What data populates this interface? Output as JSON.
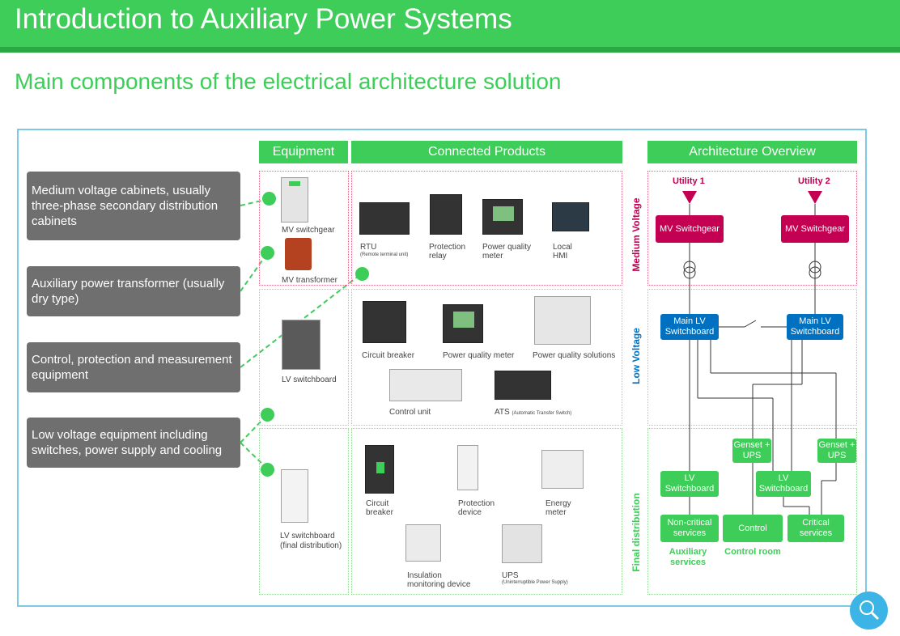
{
  "header": {
    "title": "Introduction to Auxiliary Power Systems"
  },
  "subtitle": "Main components of the electrical architecture solution",
  "columns": {
    "equipment": "Equipment",
    "connected": "Connected Products",
    "architecture": "Architecture Overview"
  },
  "callouts": [
    "Medium voltage cabinets, usually three-phase secondary distribution cabinets",
    "Auxiliary power transformer (usually dry type)",
    "Control, protection and measurement equipment",
    "Low voltage equipment including switches, power supply and cooling"
  ],
  "equipment": {
    "mv_switchgear": "MV switchgear",
    "mv_transformer": "MV transformer",
    "lv_switchboard": "LV switchboard",
    "lv_final_1": "LV switchboard",
    "lv_final_2": "(final distribution)"
  },
  "products": {
    "rtu": "RTU",
    "rtu_sub": "(Remote terminal unit)",
    "prot_relay_1": "Protection",
    "prot_relay_2": "relay",
    "pqm_1": "Power quality",
    "pqm_2": "meter",
    "hmi_1": "Local",
    "hmi_2": "HMI",
    "cb": "Circuit breaker",
    "pq_meter": "Power quality meter",
    "pq_solutions": "Power quality solutions",
    "control_unit": "Control unit",
    "ats": "ATS",
    "ats_sub": "(Automatic Transfer Switch)",
    "fd_cb_1": "Circuit",
    "fd_cb_2": "breaker",
    "fd_prot_1": "Protection",
    "fd_prot_2": "device",
    "energy_1": "Energy",
    "energy_2": "meter",
    "imd_1": "Insulation",
    "imd_2": "monitoring device",
    "ups": "UPS",
    "ups_sub": "(Uninterruptible Power Supply)"
  },
  "architecture": {
    "sections": {
      "mv": "Medium Voltage",
      "lv": "Low Voltage",
      "fd": "Final distribution"
    },
    "utility1": "Utility 1",
    "utility2": "Utility 2",
    "mv_switchgear": "MV Switchgear",
    "main_lv": "Main LV Switchboard",
    "genset": "Genset + UPS",
    "lv_switchboard": "LV Switchboard",
    "non_critical": "Non-critical services",
    "control": "Control",
    "critical": "Critical services",
    "aux_services": "Auxiliary services",
    "control_room": "Control room"
  },
  "colors": {
    "brand_green": "#3dcd58",
    "mv_red": "#c30051",
    "lv_blue": "#0070c0",
    "callout_grey": "#6f6f6f",
    "frame_blue": "#7ec8e3"
  },
  "icons": {
    "magnifier": "search-icon"
  }
}
